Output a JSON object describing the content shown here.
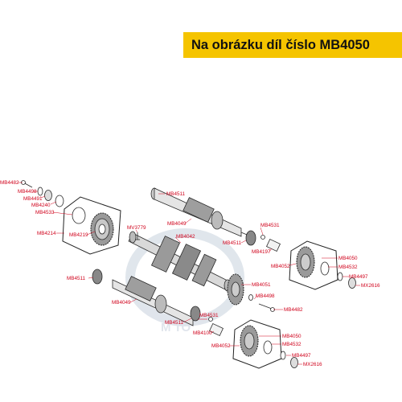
{
  "banner": {
    "text": "Na obrázku díl číslo MB4050"
  },
  "watermark": {
    "text": "M  TO"
  },
  "colors": {
    "banner_bg": "#f5c400",
    "label_red": "#d0021b",
    "ink": "#2a2a2a",
    "watermark": "#dde3ea"
  },
  "labels": [
    "MB4482",
    "MB4498",
    "MB4491",
    "MB4240",
    "MB4533",
    "MB4214",
    "MB4219",
    "MB4511",
    "MB4049",
    "MV3779",
    "MB4042",
    "MB4531",
    "MB4511",
    "MB4197",
    "MB4050",
    "MB4532",
    "MB4052",
    "MB4497",
    "MX2616",
    "MB4051",
    "MB4498",
    "MB4482",
    "MB4511",
    "MB4049",
    "MB4531",
    "MB4511",
    "MB4100",
    "MB4050",
    "MB4532",
    "MB4052",
    "MB4497",
    "MX2616"
  ]
}
